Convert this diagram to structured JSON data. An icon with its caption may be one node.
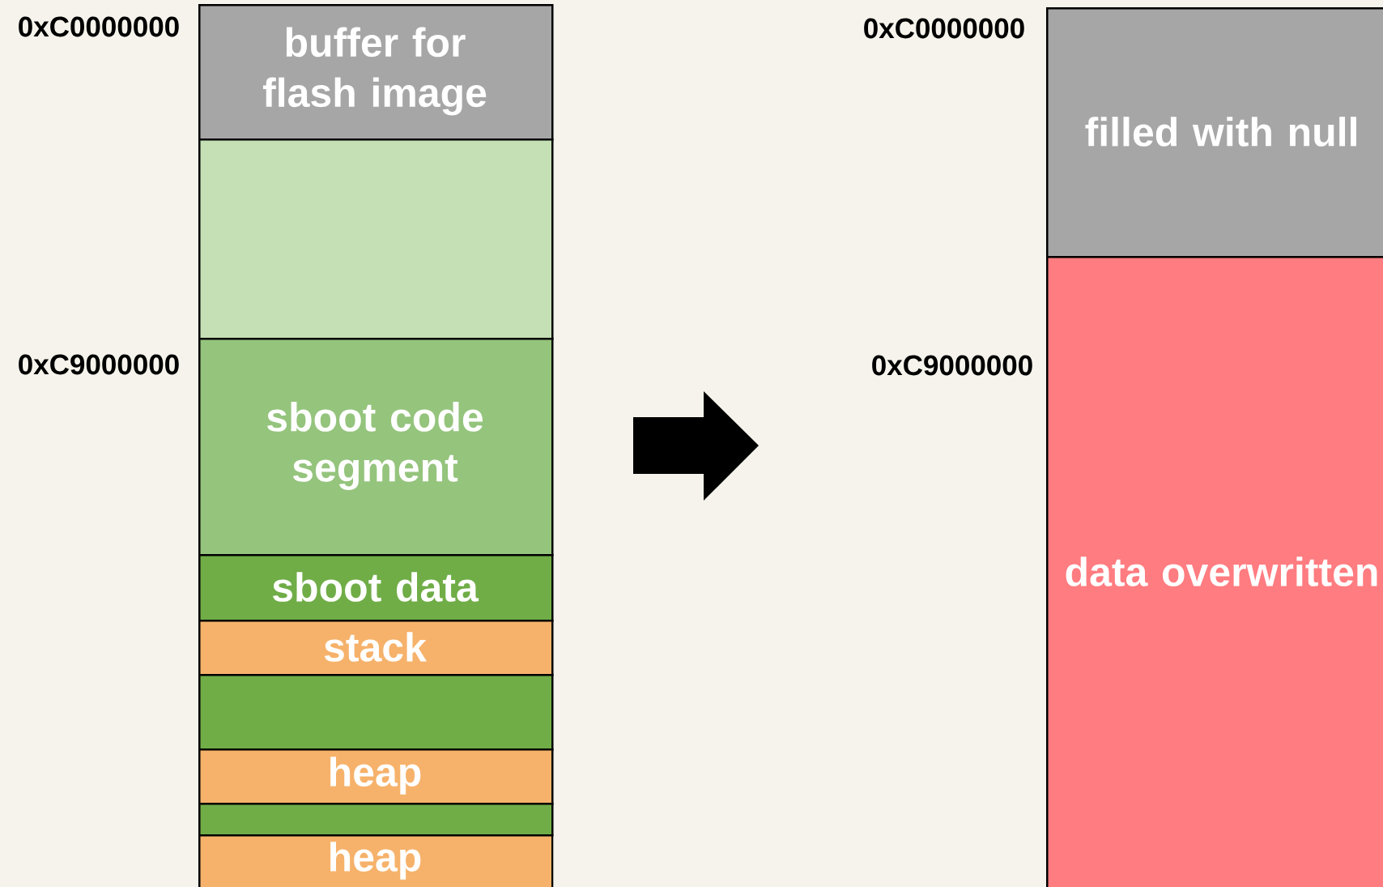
{
  "diagram": {
    "nodes": [
      {
        "text": [
          "buffer for flash image"
        ]
      },
      {
        "text": [],
        "shape": "box"
      },
      {
        "text": [
          "sboot code segment"
        ]
      },
      {
        "text": [
          "sboot data"
        ]
      },
      {
        "text": [
          "stack"
        ]
      },
      {
        "text": [],
        "shape": "box"
      },
      {
        "text": [
          "heap"
        ]
      },
      {
        "text": [],
        "shape": "box"
      },
      {
        "text": [
          "heap"
        ]
      },
      {
        "text": [
          "filled with null"
        ]
      },
      {
        "text": [
          "data overwritten"
        ]
      }
    ],
    "labels": [
      "0xC0000000",
      "0xC0000000",
      "0xC9000000",
      "0xC9000000"
    ]
  }
}
